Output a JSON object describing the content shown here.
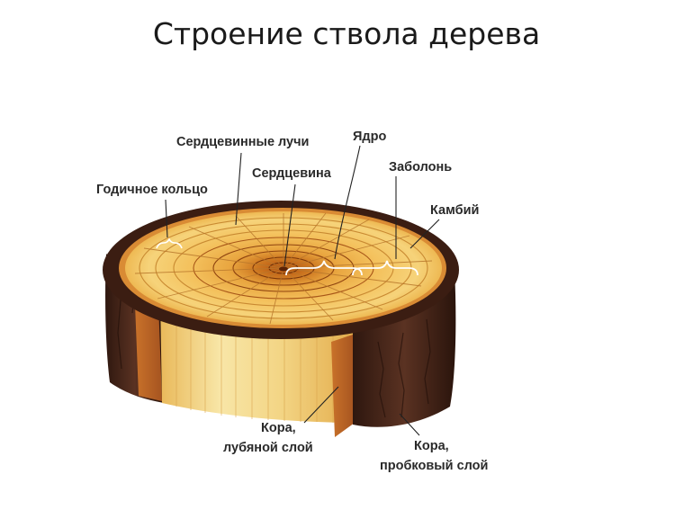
{
  "title": "Строение ствола дерева",
  "labels": {
    "medullary_rays": "Сердцевинные лучи",
    "heartwood": "Ядро",
    "pith": "Сердцевина",
    "sapwood": "Заболонь",
    "annual_ring": "Годичное кольцо",
    "cambium": "Камбий",
    "bark_phloem_line1": "Кора,",
    "bark_phloem_line2": "лубяной слой",
    "bark_cork_line1": "Кора,",
    "bark_cork_line2": "пробковый слой"
  },
  "colors": {
    "bark": "#4a2a1c",
    "wood_light": "#f5d77a",
    "wood_mid": "#edb848",
    "heartwood": "#c46a1a",
    "label_text": "#2a2a2a"
  }
}
